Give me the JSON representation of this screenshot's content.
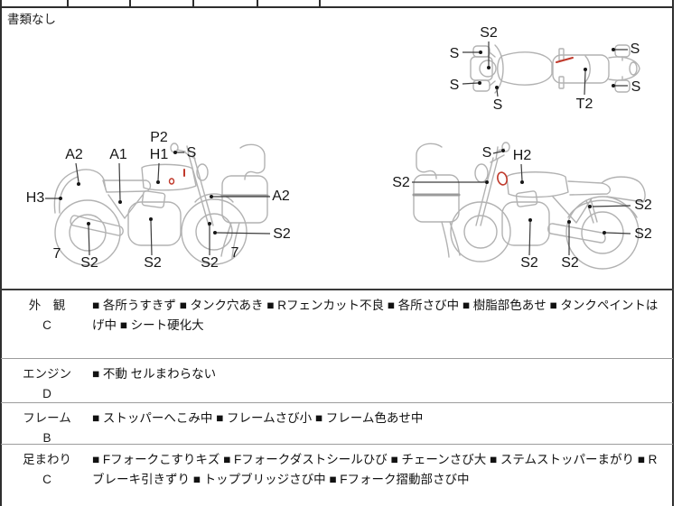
{
  "header": {
    "note": "書類なし"
  },
  "diagram": {
    "top_view_labels": [
      "S2",
      "S",
      "S",
      "S",
      "T2",
      "S",
      "S"
    ],
    "left_bike_labels": [
      "A2",
      "A1",
      "P2",
      "H1",
      "S",
      "H3",
      "A2",
      "S2",
      "7",
      "S2",
      "S2",
      "S2",
      "7"
    ],
    "right_bike_labels": [
      "S",
      "H2",
      "S2",
      "S2",
      "S2",
      "S2",
      "S2"
    ]
  },
  "condition_table": {
    "rows": [
      {
        "section": "外　観",
        "grade": "C",
        "details": "■ 各所うすきず ■ タンク穴あき ■ Rフェンカット不良 ■ 各所さび中 ■ 樹脂部色あせ ■ タンクペイントはげ中 ■ シート硬化大"
      },
      {
        "section": "エンジン",
        "grade": "D",
        "details": "■ 不動 セルまわらない"
      },
      {
        "section": "フレーム",
        "grade": "B",
        "details": "■ ストッパーへこみ中 ■ フレームさび小 ■ フレーム色あせ中"
      },
      {
        "section": "足まわり",
        "grade": "C",
        "details": "■ Fフォークこすりキズ ■ Fフォークダストシールひび ■ チェーンさび大 ■ ステムストッパーまがり ■ Rブレーキ引きずり ■ トップブリッジさび中 ■ Fフォーク摺動部さび中"
      }
    ]
  },
  "colors": {
    "line_art": "#b2b2b2",
    "leader_line": "#3c3c3c",
    "red_mark": "#c0392b",
    "grid_line": "#2e2e2e",
    "row_divider": "#9c9c9c"
  }
}
